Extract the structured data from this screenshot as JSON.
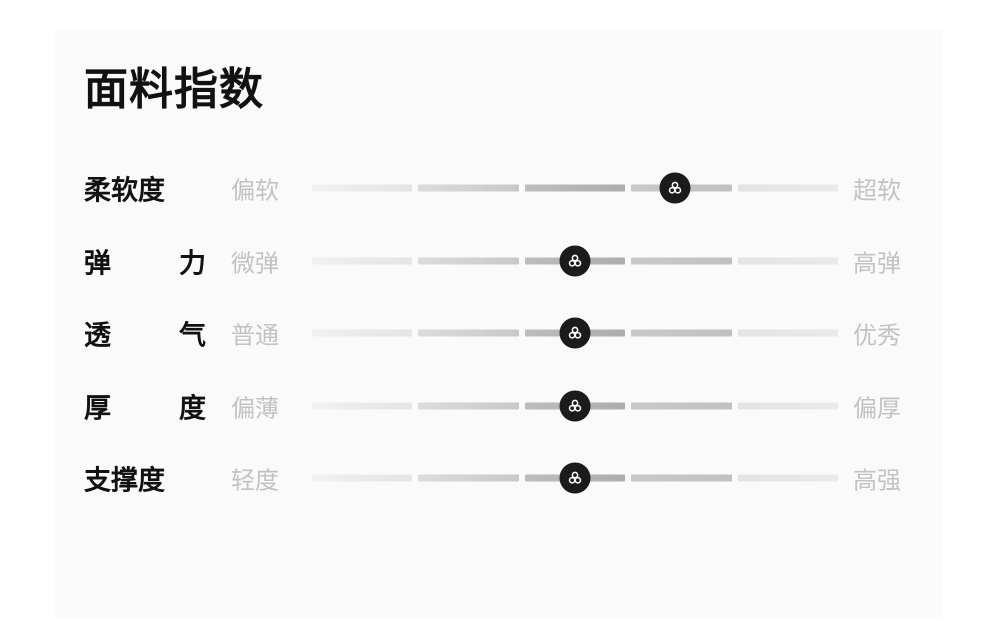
{
  "card": {
    "title": "面料指数",
    "background_color": "#fafafa",
    "page_background_color": "#ffffff"
  },
  "colors": {
    "title_text": "#111111",
    "row_label_text": "#111111",
    "end_label_text": "#c2c2c2",
    "knob_fill": "#1b1b1b",
    "knob_glyph": "#ffffff"
  },
  "slider_common": {
    "segment_count": 5,
    "knob_icon": "trefoil-icon",
    "scale_min": 0,
    "scale_max": 5
  },
  "rows": [
    {
      "label": "柔软度",
      "spaced": false,
      "min_label": "偏软",
      "max_label": "超软",
      "value": 3.45,
      "knob_percent": 69
    },
    {
      "label": "弹 力",
      "spaced": true,
      "min_label": "微弹",
      "max_label": "高弹",
      "value": 2.5,
      "knob_percent": 50
    },
    {
      "label": "透 气",
      "spaced": true,
      "min_label": "普通",
      "max_label": "优秀",
      "value": 2.5,
      "knob_percent": 50
    },
    {
      "label": "厚 度",
      "spaced": true,
      "min_label": "偏薄",
      "max_label": "偏厚",
      "value": 2.5,
      "knob_percent": 50
    },
    {
      "label": "支撑度",
      "spaced": false,
      "min_label": "轻度",
      "max_label": "高强",
      "value": 2.5,
      "knob_percent": 50
    }
  ]
}
